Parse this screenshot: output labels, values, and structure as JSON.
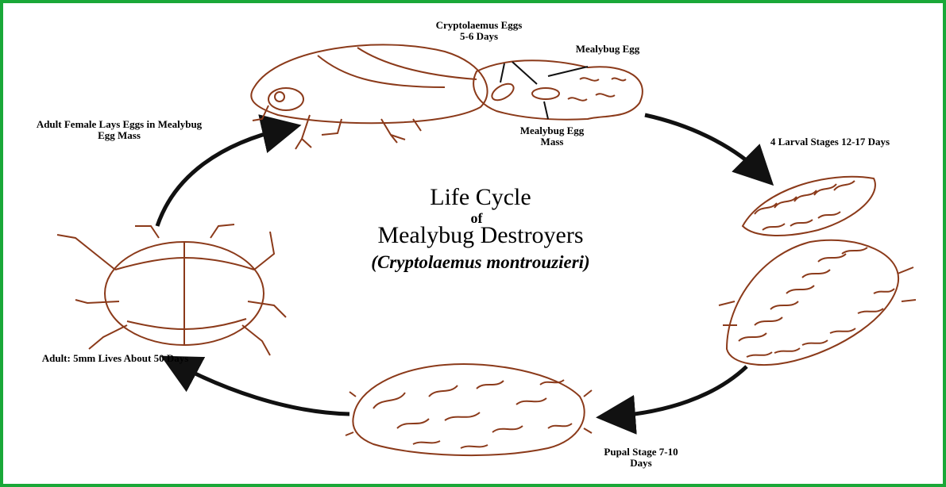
{
  "title": {
    "line1": "Life Cycle",
    "line2": "of",
    "line3": "Mealybug Destroyers",
    "scientific": "(Cryptolaemus montrouzieri)"
  },
  "labels": {
    "cryptolaemus_eggs": "Cryptolaemus Eggs 5-6 Days",
    "mealybug_egg": "Mealybug Egg",
    "mealybug_egg_mass": "Mealybug Egg Mass",
    "adult_female": "Adult Female Lays Eggs in Mealybug Egg Mass",
    "larval_stages": "4 Larval Stages 12-17 Days",
    "pupal_stage": "Pupal Stage 7-10 Days",
    "adult": "Adult: 5mm Lives About 50 Days"
  },
  "colors": {
    "border": "#1aa838",
    "ink": "#8b3a1a",
    "arrow": "#111111"
  }
}
